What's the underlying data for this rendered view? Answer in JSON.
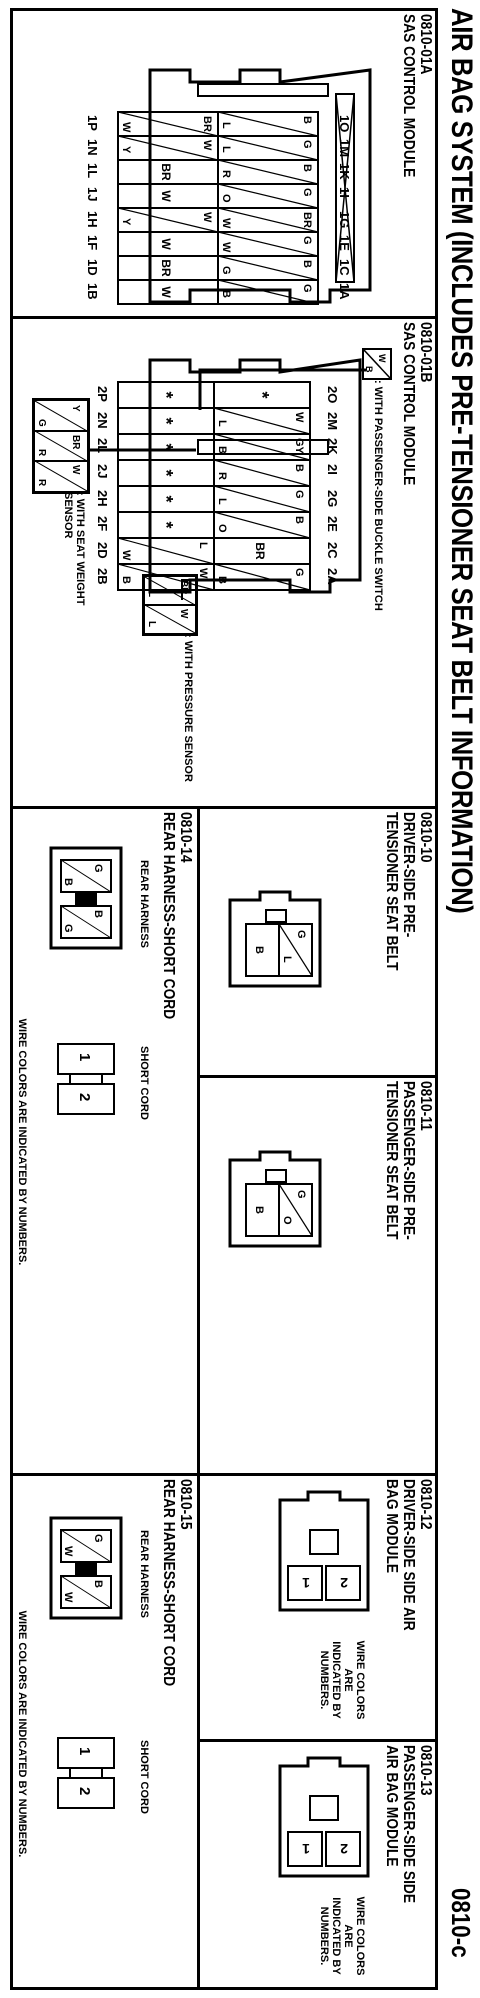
{
  "header": {
    "title": "AIR BAG SYSTEM (INCLUDES PRE-TENSIONER SEAT BELT INFORMATION)",
    "page_code": "0810-c"
  },
  "sections": {
    "s01a": {
      "id": "0810-01A",
      "name": "SAS CONTROL MODULE",
      "top_pins": [
        "1O",
        "1M",
        "1K",
        "1I",
        "1G",
        "1E",
        "1C",
        "1A"
      ],
      "bottom_pins": [
        "1P",
        "1N",
        "1L",
        "1J",
        "1H",
        "1F",
        "1D",
        "1B"
      ],
      "top_wires": [
        "B/L",
        "G/L",
        "B/R",
        "G/O",
        "BR/W",
        "G/W",
        "B/G",
        "G/B"
      ],
      "bottom_wires": [
        "BR/W",
        "W/Y",
        "BR",
        "W",
        "W/Y",
        "W",
        "BR",
        "W"
      ]
    },
    "s01b": {
      "id": "0810-01B",
      "name": "SAS CONTROL MODULE",
      "top_pins": [
        "2O",
        "2M",
        "2K",
        "2I",
        "2G",
        "2E",
        "2C",
        "2A"
      ],
      "bottom_pins": [
        "2P",
        "2N",
        "2L",
        "2J",
        "2H",
        "2F",
        "2D",
        "2B"
      ],
      "top_wires": [
        "*",
        "W/L",
        "GY/B",
        "B/R",
        "G/L",
        "B/O",
        "BR",
        "G/B"
      ],
      "bottom_wires": [
        "*",
        "*",
        "*",
        "*",
        "*",
        "*",
        "L/W",
        "W/B"
      ],
      "legend_buckle_wire": "W/B",
      "legend_buckle": ": WITH PASSENGER-SIDE BUCKLE SWITCH",
      "legend_pressure_wires": "BR/L  W/L",
      "legend_pressure": ": WITH PRESSURE SENSOR",
      "legend_weight_wires": "Y/G  BR/R  W/R",
      "legend_weight": ": WITH SEAT WEIGHT SENSOR"
    },
    "s10": {
      "id": "0810-10",
      "name_line1": "DRIVER-SIDE PRE-",
      "name_line2": "TENSIONER SEAT BELT",
      "wires": [
        "G/L",
        "B"
      ]
    },
    "s11": {
      "id": "0810-11",
      "name_line1": "PASSENGER-SIDE PRE-",
      "name_line2": "TENSIONER SEAT BELT",
      "wires": [
        "G/O",
        "B"
      ]
    },
    "s12": {
      "id": "0810-12",
      "name_line1": "DRIVER-SIDE SIDE AIR",
      "name_line2": "BAG MODULE",
      "pins": [
        "2",
        "1"
      ],
      "note": [
        "WIRE COLORS",
        "ARE",
        "INDICATED BY",
        "NUMBERS."
      ]
    },
    "s13": {
      "id": "0810-13",
      "name_line1": "PASSENGER-SIDE SIDE",
      "name_line2": "AIR BAG MODULE",
      "pins": [
        "2",
        "1"
      ],
      "note": [
        "WIRE COLORS",
        "ARE",
        "INDICATED BY",
        "NUMBERS."
      ]
    },
    "s14": {
      "id": "0810-14",
      "name": "REAR HARNESS-SHORT CORD",
      "left_label": "REAR HARNESS",
      "right_label": "SHORT CORD",
      "wires": [
        "G/B",
        "B/G"
      ],
      "pins": [
        "1",
        "2"
      ],
      "note": "WIRE COLORS ARE INDICATED BY NUMBERS."
    },
    "s15": {
      "id": "0810-15",
      "name": "REAR HARNESS-SHORT CORD",
      "left_label": "REAR HARNESS",
      "right_label": "SHORT CORD",
      "wires": [
        "G/W",
        "B/W"
      ],
      "pins": [
        "1",
        "2"
      ],
      "note": "WIRE COLORS ARE INDICATED BY NUMBERS."
    }
  }
}
